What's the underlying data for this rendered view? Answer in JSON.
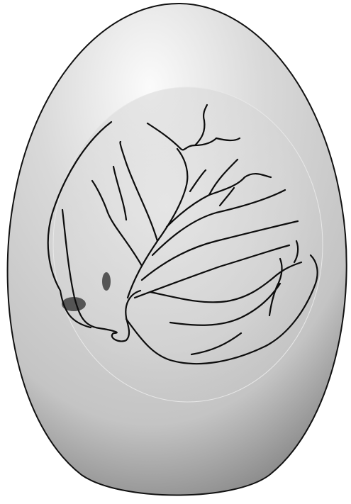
{
  "illustration": {
    "subject": "egg-candling",
    "colors": {
      "background": "#ffffff",
      "shell_highlight": "#fbfbfb",
      "shell_mid": "#c4c4c4",
      "shell_shadow": "#6a6a6a",
      "shell_outline": "#111111",
      "air_cell_glow": "#e6e6e6",
      "vessel_stroke": "#0d0d0d",
      "embryo_marks": "#555555"
    },
    "parts": [
      "shell",
      "inner-membrane",
      "blood-vessel-network",
      "embryo-eye-spot",
      "embryo-spot"
    ]
  }
}
